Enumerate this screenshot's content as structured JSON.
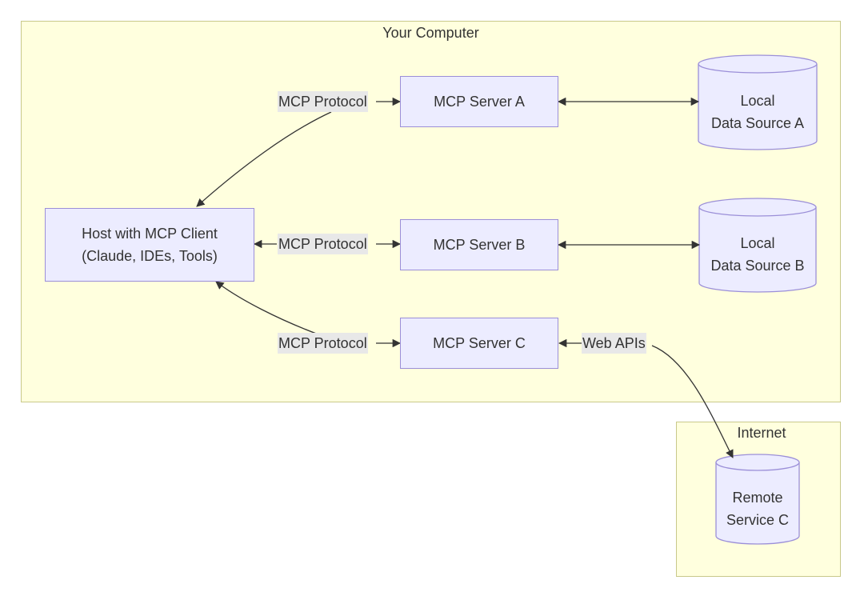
{
  "colors": {
    "cluster_fill": "#ffffde",
    "cluster_border": "#c9c98a",
    "node_fill": "#ececff",
    "node_border": "#9b8fd8",
    "edge": "#333333",
    "label_bg": "#e8e8e8"
  },
  "clusters": {
    "your_computer": "Your Computer",
    "internet": "Internet"
  },
  "nodes": {
    "host": {
      "line1": "Host with MCP Client",
      "line2": "(Claude, IDEs, Tools)"
    },
    "server_a": "MCP Server A",
    "server_b": "MCP Server B",
    "server_c": "MCP Server C",
    "data_a": {
      "line1": "Local",
      "line2": "Data Source A"
    },
    "data_b": {
      "line1": "Local",
      "line2": "Data Source B"
    },
    "remote_c": {
      "line1": "Remote",
      "line2": "Service C"
    }
  },
  "edge_labels": {
    "host_to_a": "MCP Protocol",
    "host_to_b": "MCP Protocol",
    "host_to_c": "MCP Protocol",
    "c_to_remote": "Web APIs"
  }
}
